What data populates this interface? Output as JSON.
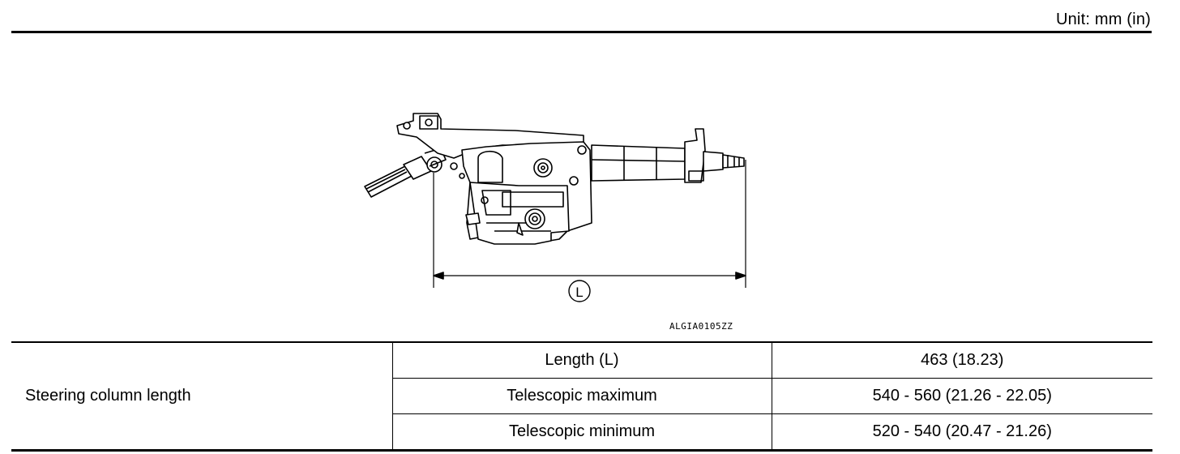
{
  "header": {
    "unit_label": "Unit: mm (in)"
  },
  "figure": {
    "dimension_label": "L",
    "figure_code": "ALGIA0105ZZ",
    "icons": [
      "steering-column-illustration"
    ]
  },
  "spec_table": {
    "row_label": "Steering column length",
    "rows": [
      {
        "item": "Length (L)",
        "value": "463 (18.23)"
      },
      {
        "item": "Telescopic maximum",
        "value": "540 - 560 (21.26 - 22.05)"
      },
      {
        "item": "Telescopic minimum",
        "value": "520 - 540 (20.47 - 21.26)"
      }
    ]
  }
}
